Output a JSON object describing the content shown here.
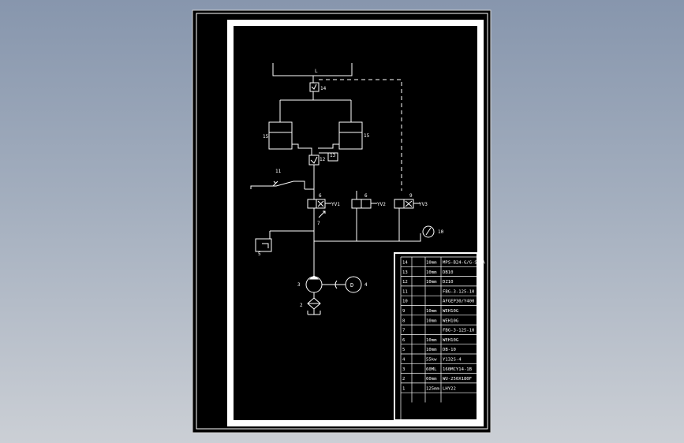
{
  "drawing": {
    "labels": {
      "top_line": "L",
      "c14": "14",
      "c15_left": "15",
      "c15_right": "15",
      "c12": "12",
      "c13": "13",
      "c11": "11",
      "v6a": "6",
      "v6b": "6",
      "v9": "9",
      "yv1": "YV1",
      "yv2": "YV2",
      "yv3": "YV3",
      "c7": "7",
      "c5": "5",
      "c10": "10",
      "c3": "3",
      "c4": "4",
      "motor": "D",
      "c2": "2"
    }
  },
  "title_block": {
    "rows": [
      {
        "no": "14",
        "name": "",
        "qty": "10mm",
        "model": "MPS-B24-G/G-SH-A"
      },
      {
        "no": "13",
        "name": "",
        "qty": "10mm",
        "model": "DB10"
      },
      {
        "no": "12",
        "name": "",
        "qty": "10mm",
        "model": "DZ10"
      },
      {
        "no": "11",
        "name": "",
        "qty": "",
        "model": "FBG-3-125-10"
      },
      {
        "no": "10",
        "name": "",
        "qty": "",
        "model": "AFGEP30/Y400"
      },
      {
        "no": "9",
        "name": "",
        "qty": "10mm",
        "model": "WEH10G"
      },
      {
        "no": "8",
        "name": "",
        "qty": "10mm",
        "model": "WEH10G"
      },
      {
        "no": "7",
        "name": "",
        "qty": "",
        "model": "FBG-3-125-10"
      },
      {
        "no": "6",
        "name": "",
        "qty": "10mm",
        "model": "WEH10G"
      },
      {
        "no": "5",
        "name": "",
        "qty": "10mm",
        "model": "DB-10"
      },
      {
        "no": "4",
        "name": "",
        "qty": "55kw",
        "model": "Y132S-4"
      },
      {
        "no": "3",
        "name": "",
        "qty": "60ML",
        "model": "160MCY14-1B"
      },
      {
        "no": "2",
        "name": "",
        "qty": "60mm",
        "model": "WU-250X180F"
      },
      {
        "no": "1",
        "name": "",
        "qty": "125mm",
        "model": "LHY22"
      },
      {
        "no": "",
        "name": "",
        "qty": "",
        "model": ""
      }
    ]
  }
}
